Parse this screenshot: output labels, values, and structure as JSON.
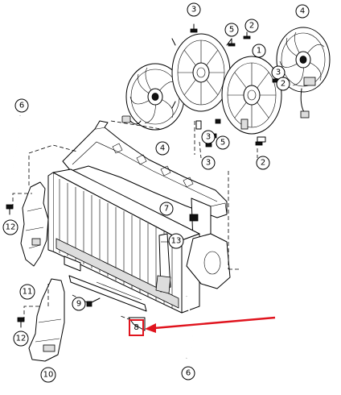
{
  "callouts": {
    "c3a": "3",
    "c5a": "5",
    "c2a": "2",
    "c4a": "4",
    "c1": "1",
    "c3b": "3",
    "c2b": "2",
    "c6a": "6",
    "c4b": "4",
    "c3c": "3",
    "c5b": "5",
    "c3d": "3",
    "c2c": "2",
    "c7": "7",
    "c12a": "12",
    "c13": "13",
    "c11": "11",
    "c9": "9",
    "c8": "8",
    "c12b": "12",
    "c10": "10",
    "c6b": "6"
  },
  "highlight": {
    "color": "#e0141e",
    "target": "8"
  }
}
